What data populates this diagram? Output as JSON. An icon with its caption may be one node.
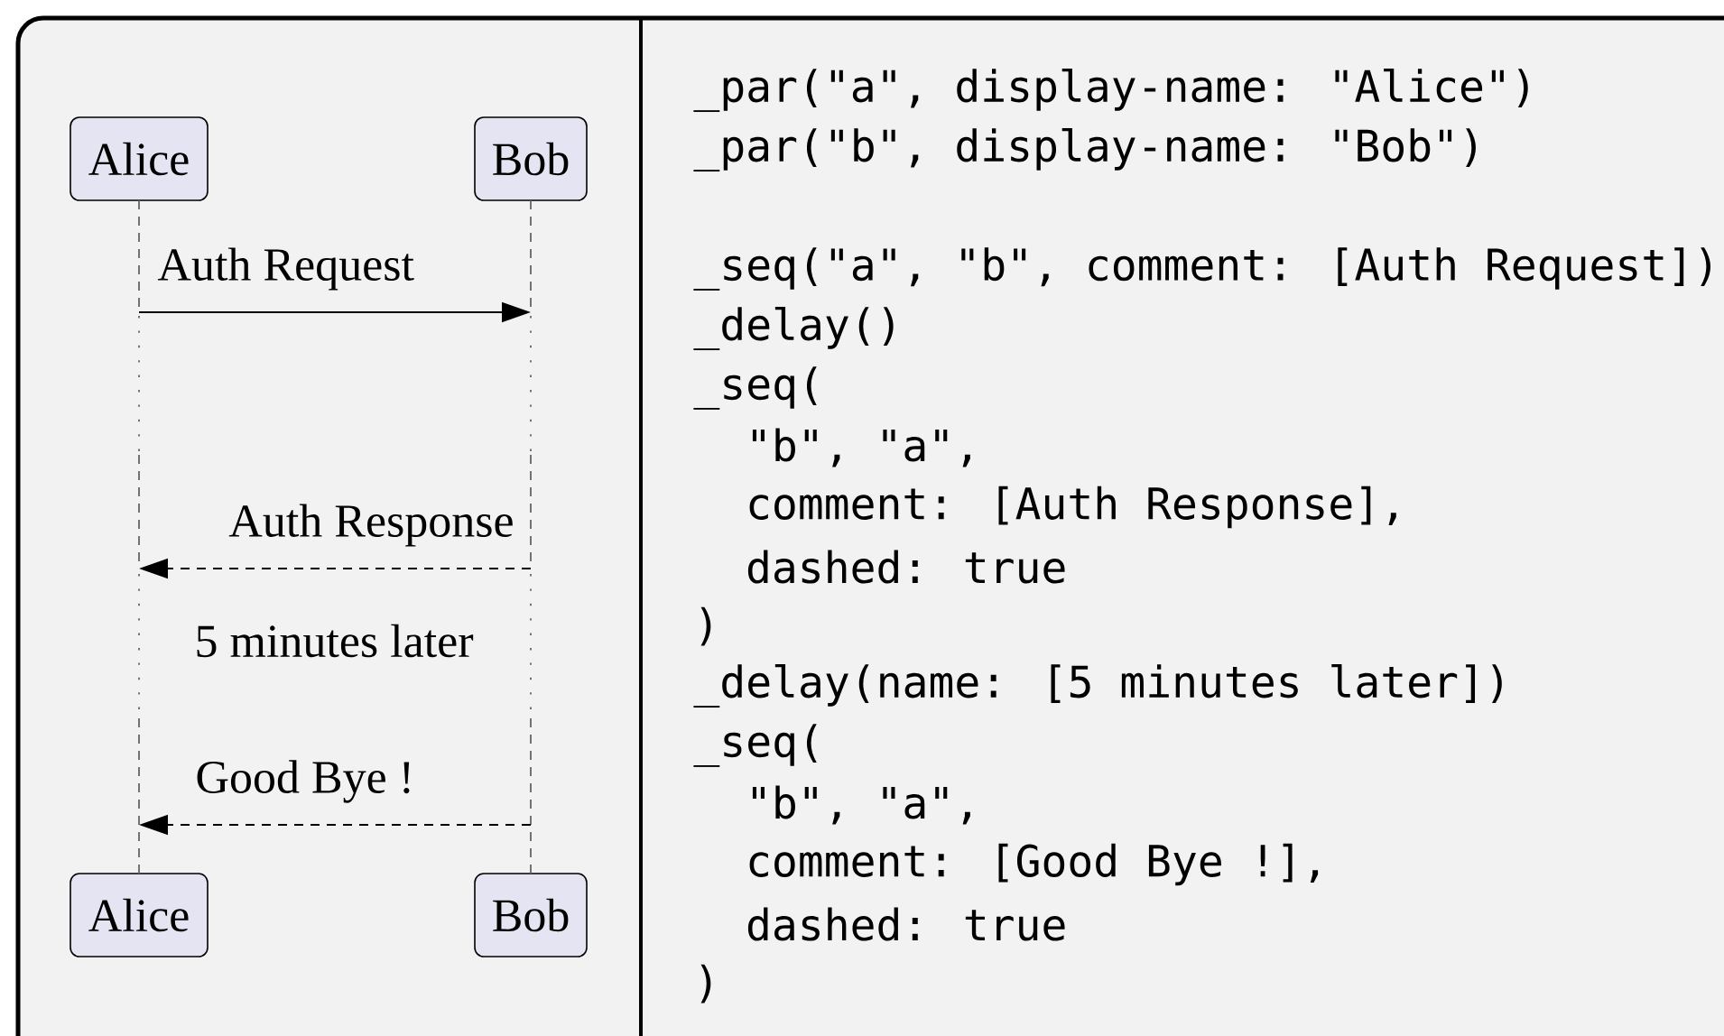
{
  "diagram": {
    "nodes": [
      {
        "text": [
          "Alice"
        ]
      },
      {
        "text": [
          "Bob"
        ]
      },
      {
        "text": [
          "Alice"
        ]
      },
      {
        "text": [
          "Bob"
        ]
      },
      {
        "text": [],
        "shape": "line"
      },
      {
        "text": [],
        "shape": "line"
      }
    ],
    "edges": [
      {
        "from": 4,
        "to": 5,
        "arrow": "to",
        "label": "Auth Request"
      },
      {
        "from": 5,
        "to": 4,
        "arrow": "to",
        "label": "Auth Response",
        "style": "dashed"
      },
      {
        "from": 5,
        "to": 4,
        "arrow": "to",
        "label": "Good Bye !",
        "style": "dashed"
      }
    ],
    "labels": [
      "5 minutes later",
      "_par(\"a\", display-name: \"Alice\")",
      "_par(\"b\", display-name: \"Bob\")",
      "_seq(\"a\", \"b\", comment: [Auth Request])",
      "_delay()",
      "_seq(",
      "\"b\", \"a\",",
      "comment: [Auth Response],",
      "dashed: true",
      ")",
      "_delay(name: [5 minutes later])",
      "_seq(",
      "\"b\", \"a\",",
      "comment: [Good Bye !],",
      "dashed: true",
      ")"
    ]
  }
}
